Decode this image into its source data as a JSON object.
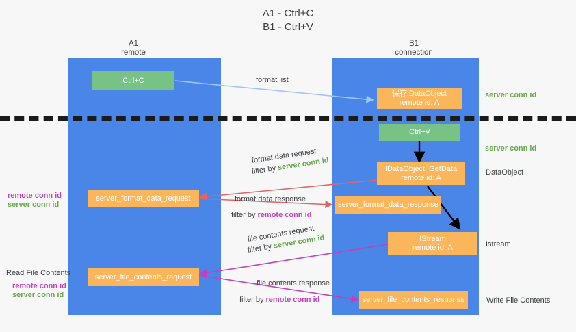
{
  "title": {
    "line1": "A1 - Ctrl+C",
    "line2": "B1 - Ctrl+V"
  },
  "lanes": [
    {
      "id": "a1",
      "name": "A1",
      "subtitle": "remote"
    },
    {
      "id": "b1",
      "name": "B1",
      "subtitle": "connection"
    }
  ],
  "colors": {
    "lane": "#4a86e8",
    "green_box": "#78c286",
    "orange_box": "#fbb55b",
    "server_conn_id": "#6aa84f",
    "remote_conn_id": "#c23fc2",
    "arrow_blue": "#9fc5f8",
    "arrow_red": "#e06666",
    "arrow_magenta": "#c23fc2",
    "arrow_black": "#000000",
    "divider": "#1b1b1b"
  },
  "boxes": {
    "ctrl_c": {
      "label": "Ctrl+C"
    },
    "save_idataobject": {
      "line1": "保存IDataObject",
      "line2": "remote id: A"
    },
    "ctrl_v": {
      "label": "Ctrl+V"
    },
    "getdata": {
      "line1": "IDataObject::GetData",
      "line2": "remote id: A"
    },
    "format_data_request": {
      "label": "server_format_data_request"
    },
    "format_data_response": {
      "label": "server_format_data_response"
    },
    "istream": {
      "line1": "IStream",
      "line2": "remote id: A"
    },
    "file_contents_request": {
      "label": "server_file_contents_request"
    },
    "file_contents_response": {
      "label": "server_file_contents_response"
    }
  },
  "arrow_labels": {
    "format_list": "format list",
    "format_data_request": {
      "line1": "format data request",
      "filter_prefix": "filter by ",
      "filter_key": "server conn id"
    },
    "format_data_response": {
      "line1": "format data response",
      "filter_prefix": "filter by ",
      "filter_key": "remote conn id"
    },
    "file_contents_request": {
      "line1": "file contents request",
      "filter_prefix": "filter by ",
      "filter_key": "server conn id"
    },
    "file_contents_response": {
      "line1": "file contents response",
      "filter_prefix": "filter by ",
      "filter_key": "remote conn id"
    }
  },
  "right_labels": {
    "server_conn_id_top": "server conn id",
    "server_conn_id_mid": "server conn id",
    "dataobject": "DataObject",
    "istream": "Istream",
    "write_file_contents": "Write File Contents"
  },
  "left_labels": {
    "remote_conn_id_1": "remote conn id",
    "server_conn_id_1": "server conn id",
    "read_file_contents": "Read File Contents",
    "remote_conn_id_2": "remote conn id",
    "server_conn_id_2": "server conn id"
  }
}
